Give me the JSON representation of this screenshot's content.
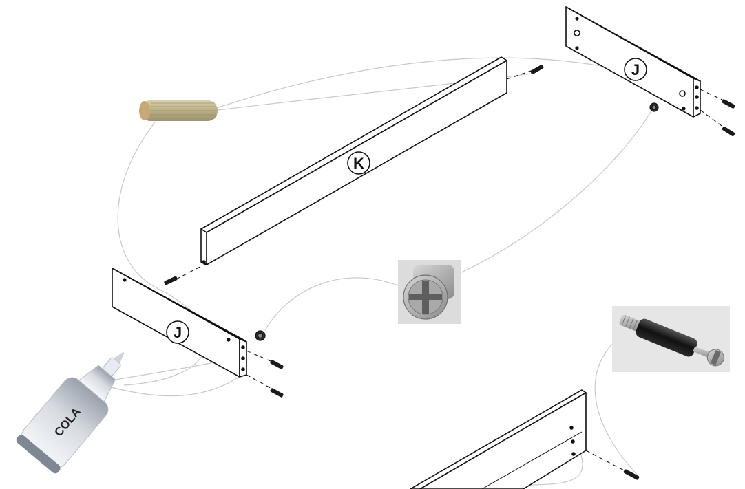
{
  "labels": {
    "panel_k": "K",
    "panel_j_top": "J",
    "panel_j_left": "J",
    "glue_bottle": "COLA"
  },
  "colors": {
    "background": "#ffffff",
    "outline": "#111111",
    "leader_line": "#c8c8c8",
    "dowel_wood": "#c9bf9a",
    "bottle_body": "#dde1e6",
    "cam_metal": "#b4b4b4",
    "connector_body": "#1a1a1a"
  },
  "icons": {
    "dowel": "wooden-dowel-icon",
    "cam_lock": "cam-lock-nut-icon",
    "cam_bolt": "cam-bolt-connector-icon",
    "glue": "glue-bottle-icon",
    "screw": "screw-bolt-icon",
    "cam_insert": "cam-insert-icon"
  }
}
